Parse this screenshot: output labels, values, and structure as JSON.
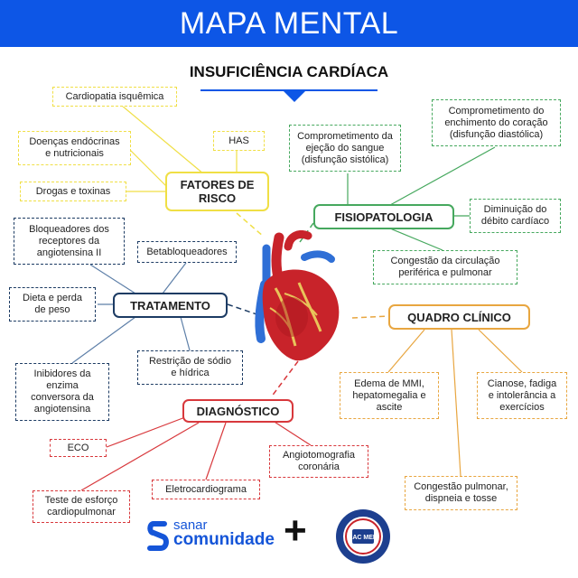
{
  "header": {
    "title": "MAPA MENTAL",
    "subtitle": "INSUFICIÊNCIA CARDÍACA"
  },
  "colors": {
    "banner": "#0d56e6",
    "fatores": "#f0df45",
    "fisiopatologia": "#46a85e",
    "tratamento": "#1c3b63",
    "diagnostico": "#d8383c",
    "quadro": "#e8a640"
  },
  "fatores_de_risco": {
    "title": "FATORES DE\nRISCO",
    "items": [
      "Cardiopatia isquêmica",
      "HAS",
      "Doenças endócrinas\ne nutricionais",
      "Drogas e toxinas"
    ]
  },
  "fisiopatologia": {
    "title": "FISIOPATOLOGIA",
    "items": [
      "Comprometimento da\nejeção do sangue\n(disfunção sistólica)",
      "Comprometimento do\nenchimento do coração\n(disfunção diastólica)",
      "Diminuição do\ndébito cardíaco",
      "Congestão da circulação\nperiférica e pulmonar"
    ]
  },
  "tratamento": {
    "title": "TRATAMENTO",
    "items": [
      "Bloqueadores dos\nreceptores da\nangiotensina II",
      "Betabloqueadores",
      "Dieta e perda\nde peso",
      "Inibidores da\nenzima\nconversora da\nangiotensina",
      "Restrição de sódio\ne hídrica"
    ]
  },
  "quadro_clinico": {
    "title": "QUADRO CLÍNICO",
    "items": [
      "Edema de MMI,\nhepatomegalia e\nascite",
      "Cianose, fadiga\ne intolerância a\nexercícios",
      "Congestão pulmonar,\ndispneia e tosse"
    ]
  },
  "diagnostico": {
    "title": "DIAGNÓSTICO",
    "items": [
      "ECO",
      "Angiotomografia\ncoronária",
      "Eletrocardiograma",
      "Teste de esforço\ncardiopulmonar"
    ]
  },
  "footer": {
    "brand_line1": "sanar",
    "brand_line2": "comunidade",
    "plus": "+",
    "seal_text": "LAC MED"
  },
  "icons": [
    "heart-illustration",
    "sanar-logo-icon",
    "lacmed-seal-icon"
  ]
}
